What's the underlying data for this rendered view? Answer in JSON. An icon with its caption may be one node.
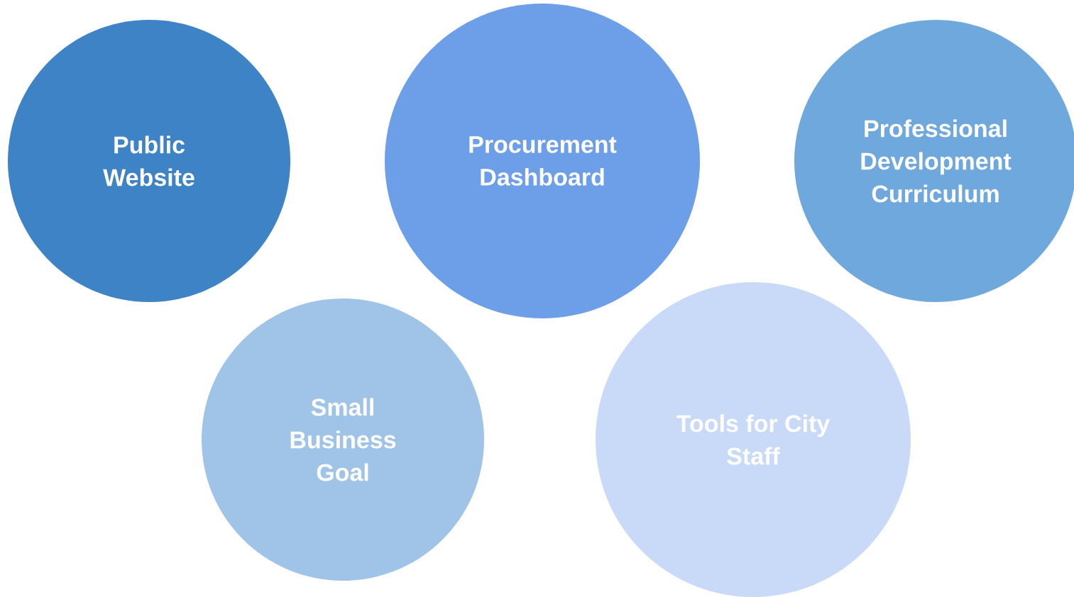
{
  "diagram": {
    "nodes": [
      {
        "text": [
          "Public Website"
        ]
      },
      {
        "text": [
          "Procurement Dashboard"
        ]
      },
      {
        "text": [
          "Professional Development Curriculum"
        ]
      },
      {
        "text": [
          "Small Business Goal"
        ]
      },
      {
        "text": [
          "Tools for City Staff"
        ]
      }
    ]
  }
}
